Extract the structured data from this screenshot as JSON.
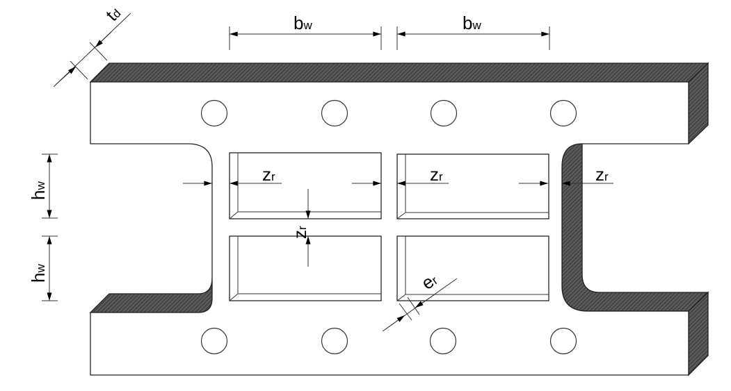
{
  "title": "Deck element with web openings",
  "labels": {
    "bw_1": {
      "main": "b",
      "sub": "w"
    },
    "bw_2": {
      "main": "b",
      "sub": "w"
    },
    "td": {
      "main": "t",
      "sub": "d"
    },
    "hw_1": {
      "main": "h",
      "sub": "w"
    },
    "hw_2": {
      "main": "h",
      "sub": "w"
    },
    "zr_1": {
      "main": "z",
      "sub": "r"
    },
    "zr_2": {
      "main": "z",
      "sub": "r"
    },
    "zr_3": {
      "main": "z",
      "sub": "r"
    },
    "zr_vertical": {
      "main": "z",
      "sub": "r"
    },
    "er": {
      "main": "e",
      "sub": "r"
    }
  },
  "colors": {
    "hatch": "#4a4a4a",
    "line": "#222222"
  }
}
